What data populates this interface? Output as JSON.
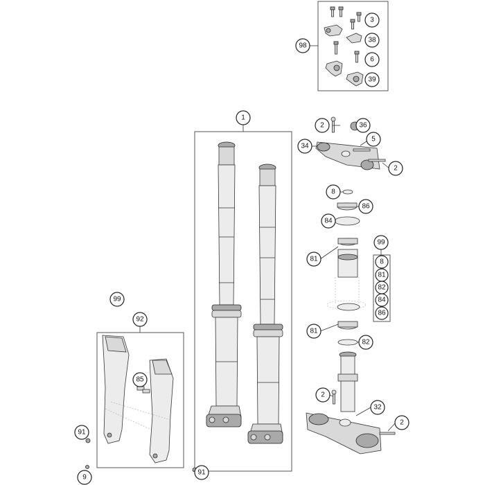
{
  "diagram": {
    "callouts": {
      "c98": "98",
      "c3": "3",
      "c38": "38",
      "c6": "6",
      "c39": "39",
      "c1": "1",
      "c2a": "2",
      "c36": "36",
      "c5": "5",
      "c34": "34",
      "c2b": "2",
      "c8a": "8",
      "c86a": "86",
      "c84a": "84",
      "c81a": "81",
      "c99a": "99",
      "k8": "8",
      "k81": "81",
      "k82": "82",
      "k84": "84",
      "k86": "86",
      "c81b": "81",
      "c82": "82",
      "c2c": "2",
      "c32": "32",
      "c2d": "2",
      "c99b": "99",
      "c92": "92",
      "c85": "85",
      "c91a": "91",
      "c9": "9",
      "c91b": "91"
    }
  }
}
